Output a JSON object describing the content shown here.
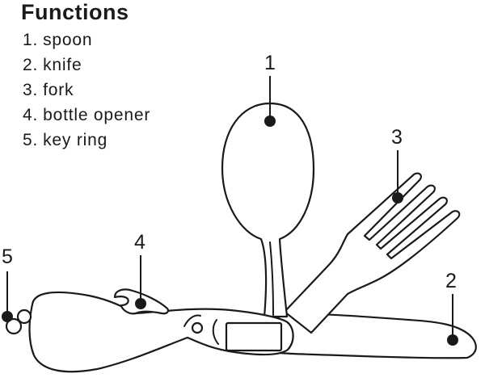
{
  "legend": {
    "title": "Functions",
    "items": [
      {
        "num": "1.",
        "label": "spoon"
      },
      {
        "num": "2.",
        "label": "knife"
      },
      {
        "num": "3.",
        "label": "fork"
      },
      {
        "num": "4.",
        "label": "bottle opener"
      },
      {
        "num": "5.",
        "label": "key ring"
      }
    ]
  },
  "callouts": {
    "spoon": "1",
    "knife": "2",
    "fork": "3",
    "bottle_opener": "4",
    "key_ring": "5"
  }
}
